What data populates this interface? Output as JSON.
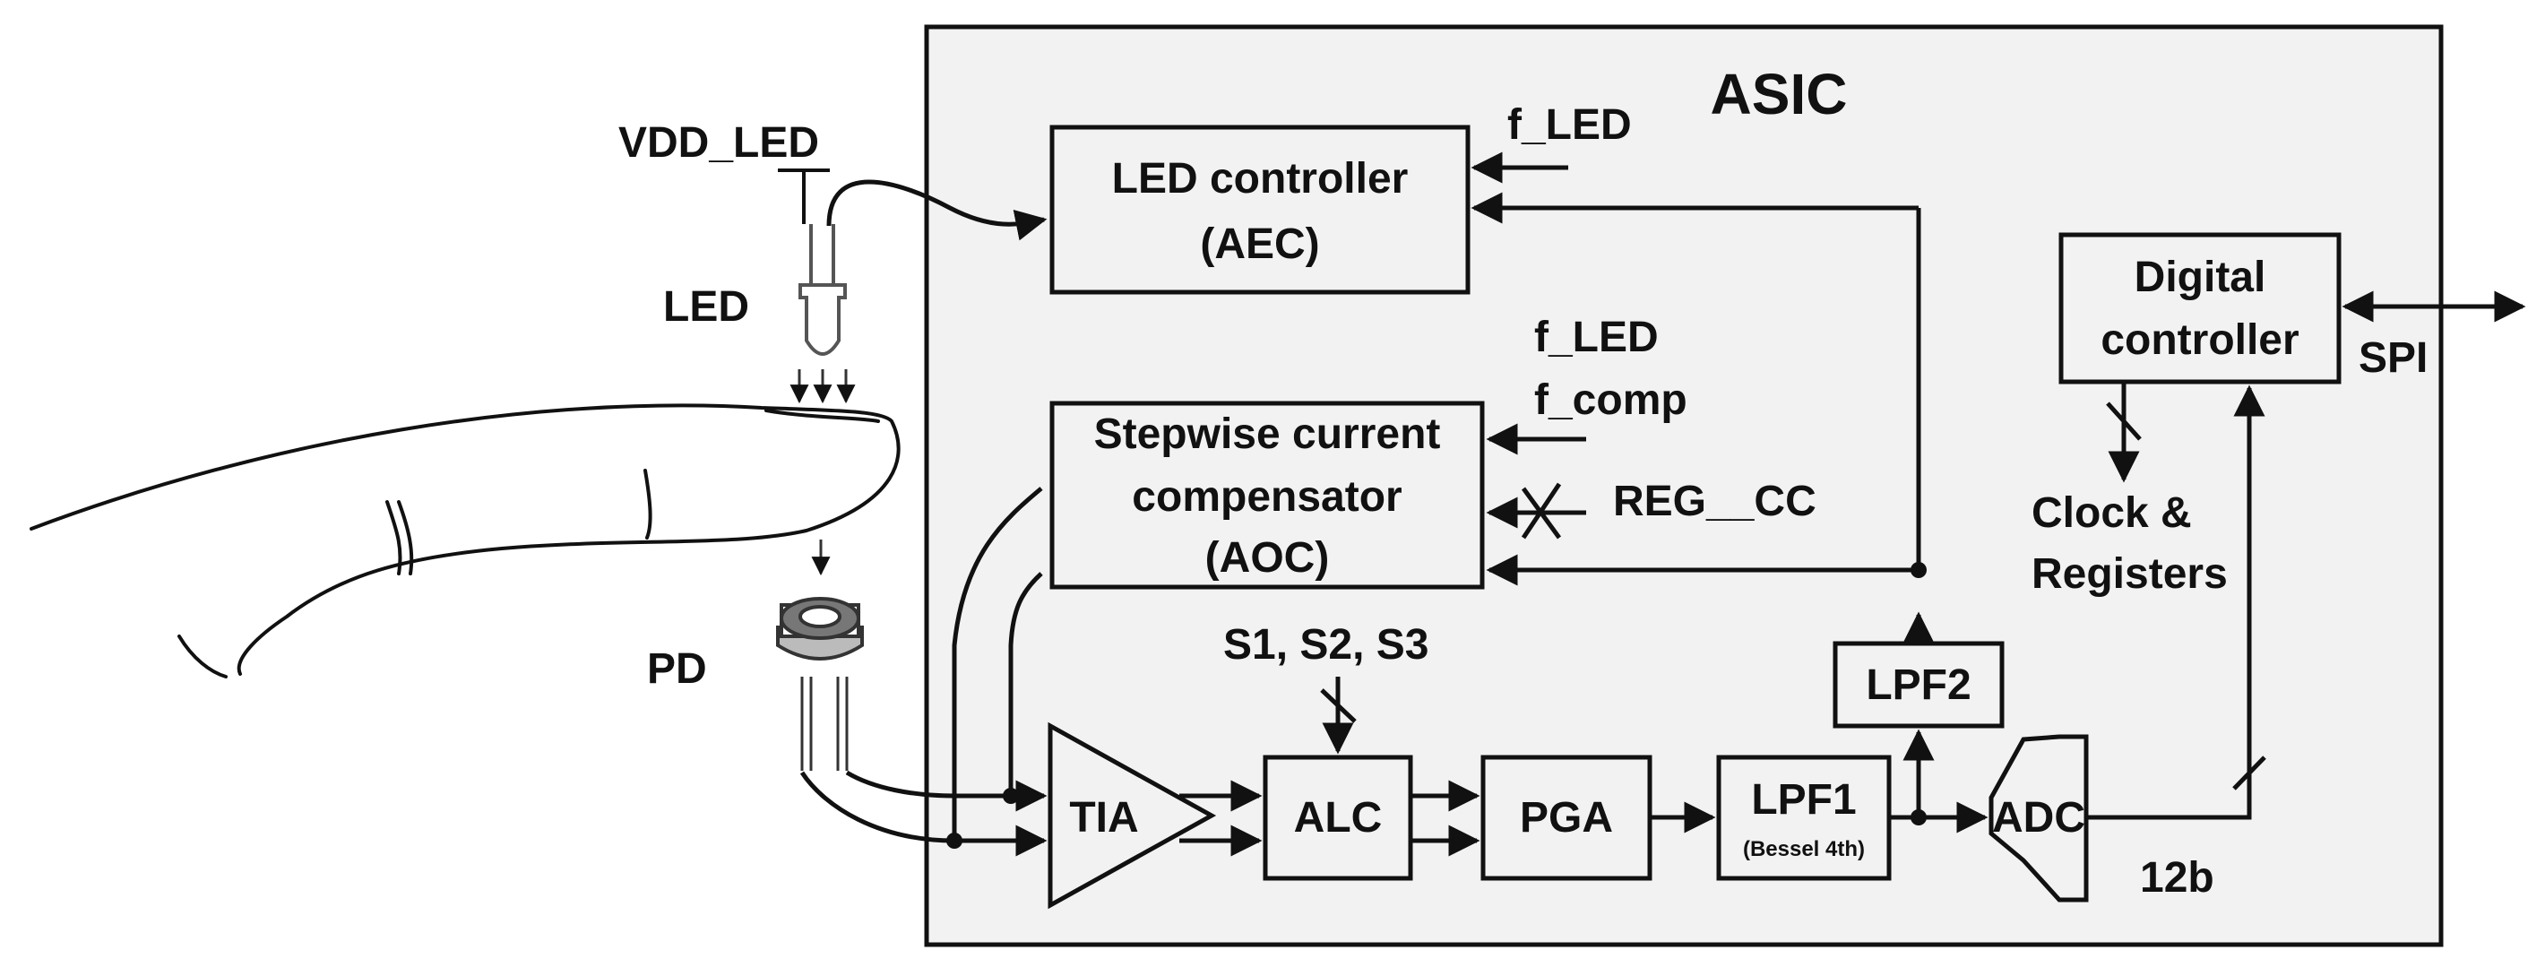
{
  "asic": {
    "title": "ASIC"
  },
  "external": {
    "vdd_led": "VDD_LED",
    "led": "LED",
    "pd": "PD"
  },
  "blocks": {
    "led_controller": {
      "line1": "LED controller",
      "line2": "(AEC)"
    },
    "compensator": {
      "line1": "Stepwise current",
      "line2": "compensator",
      "line3": "(AOC)"
    },
    "tia": "TIA",
    "alc": "ALC",
    "pga": "PGA",
    "lpf1": {
      "line1": "LPF1",
      "line2": "(Bessel 4th)"
    },
    "lpf2": "LPF2",
    "adc": "ADC",
    "digital_controller": {
      "line1": "Digital",
      "line2": "controller"
    }
  },
  "signals": {
    "f_led_top": "f_LED",
    "f_led_mid": "f_LED",
    "f_comp": "f_comp",
    "reg_cc": "REG__CC",
    "switches": "S1, S2, S3",
    "spi": "SPI",
    "clock_regs_line1": "Clock &",
    "clock_regs_line2": "Registers",
    "adc_bits": "12b"
  },
  "colors": {
    "asic_fill": "#f2f2f2",
    "block_fill": "#f2f2f2",
    "line": "#111111"
  }
}
